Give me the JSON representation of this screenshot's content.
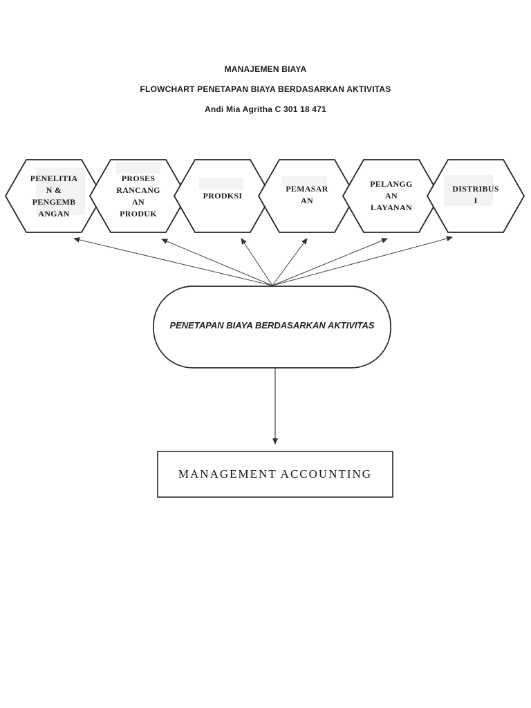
{
  "document": {
    "heading": {
      "line1": "MANAJEMEN BIAYA",
      "line2": "FLOWCHART PENETAPAN BIAYA BERDASARKAN AKTIVITAS",
      "line3": "Andi Mia Agritha C 301 18 471"
    },
    "flowchart": {
      "activity_hexagons": [
        {
          "label": "PENELITIA\nN &\nPENGEMB\nANGAN"
        },
        {
          "label": "PROSES\nRANCANG\nAN\nPRODUK"
        },
        {
          "label": "PRODKSI"
        },
        {
          "label": "PEMASAR\nAN"
        },
        {
          "label": "PELANGG\nAN\nLAYANAN"
        },
        {
          "label": "DISTRIBUS\nI"
        }
      ],
      "central_node": {
        "label": "PENETAPAN BIAYA BERDASARKAN AKTIVITAS"
      },
      "output_node": {
        "label": "MANAGEMENT ACCOUNTING"
      },
      "colors": {
        "shape_outline": "#262626",
        "arrow": "#404040",
        "text": "#1b1b1b",
        "highlight": "#f3f3f3",
        "background": "#ffffff"
      }
    }
  }
}
